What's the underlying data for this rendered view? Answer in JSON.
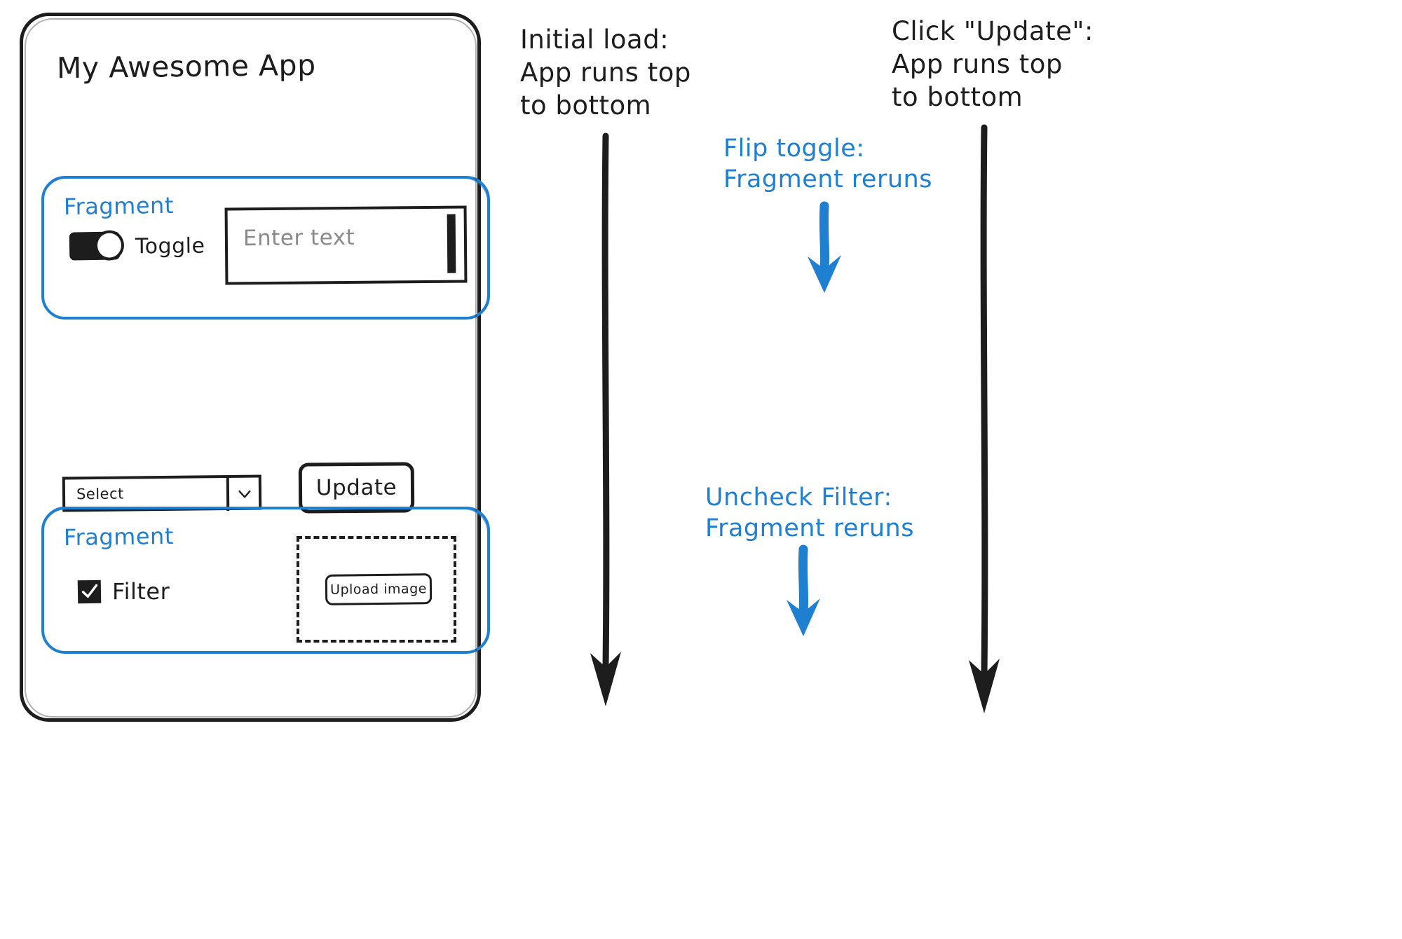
{
  "app": {
    "title": "My Awesome App",
    "fragment_top": {
      "label": "Fragment",
      "toggle": {
        "label": "Toggle",
        "state": "on"
      },
      "text_input": {
        "placeholder": "Enter text",
        "value": ""
      }
    },
    "main_controls": {
      "select": {
        "value": "Select",
        "icon": "chevron-down-icon"
      },
      "update_button": {
        "label": "Update"
      }
    },
    "fragment_bottom": {
      "label": "Fragment",
      "checkbox": {
        "label": "Filter",
        "checked": true
      },
      "uploader": {
        "button_label": "Upload image"
      }
    }
  },
  "annotations": {
    "initial_load": "Initial load:\nApp runs top\nto bottom",
    "click_update": "Click \"Update\":\nApp runs top\nto bottom",
    "flip_toggle": "Flip toggle:\nFragment reruns",
    "uncheck_filter": "Uncheck Filter:\nFragment reruns"
  },
  "colors": {
    "ink": "#1d1d1d",
    "accent_blue": "#1f7fd0",
    "placeholder_grey": "#8a8a8a"
  }
}
